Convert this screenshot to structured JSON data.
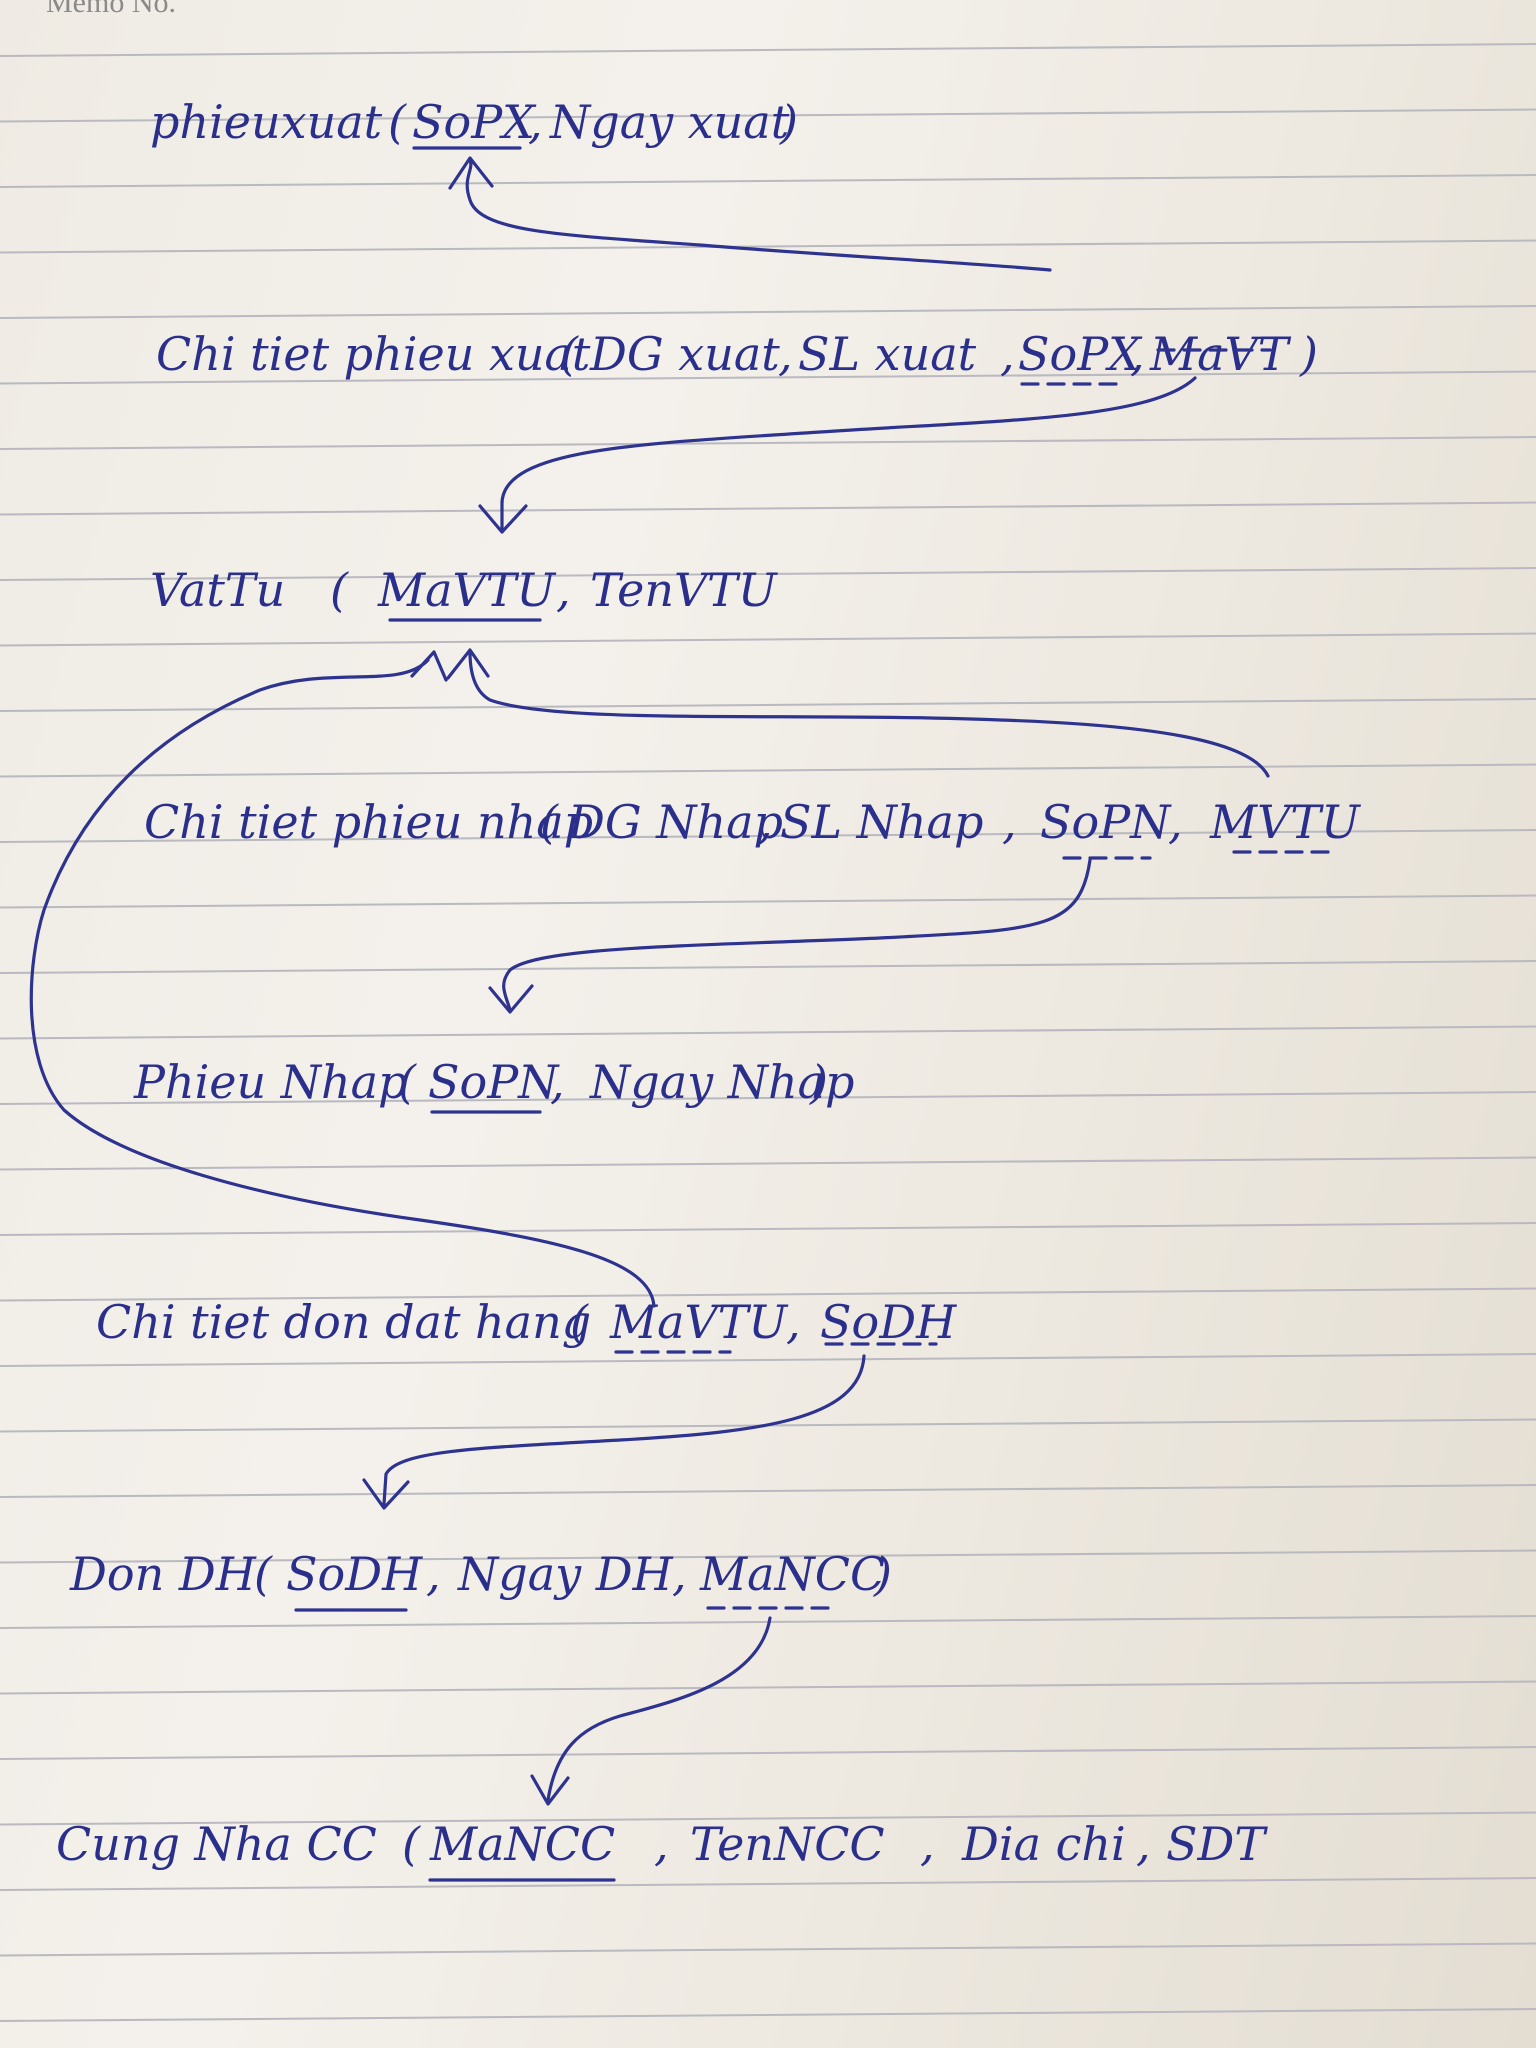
{
  "header": {
    "memo_label": "Memo No."
  },
  "entities": [
    {
      "id": "phieuxuat",
      "name": "phieuxuat",
      "attributes": [
        {
          "text": "SoPX",
          "key": "primary"
        },
        {
          "text": "Ngay xuat",
          "key": "none"
        }
      ]
    },
    {
      "id": "chitietphieuxuat",
      "name": "Chi tiet phieu xuat",
      "attributes": [
        {
          "text": "DG xuat",
          "key": "none"
        },
        {
          "text": "SL xuat",
          "key": "none"
        },
        {
          "text": "SoPX",
          "key": "foreign"
        },
        {
          "text": "MaVT",
          "key": "foreign"
        }
      ]
    },
    {
      "id": "vattu",
      "name": "VatTu",
      "attributes": [
        {
          "text": "MaVTU",
          "key": "primary"
        },
        {
          "text": "TenVTU",
          "key": "none"
        }
      ]
    },
    {
      "id": "chitietphieunhap",
      "name": "Chi tiet phieu nhap",
      "attributes": [
        {
          "text": "DG Nhap",
          "key": "none"
        },
        {
          "text": "SL Nhap",
          "key": "none"
        },
        {
          "text": "SoPN",
          "key": "foreign"
        },
        {
          "text": "MVTU",
          "key": "foreign"
        }
      ]
    },
    {
      "id": "phieunhap",
      "name": "Phieu Nhap",
      "attributes": [
        {
          "text": "SoPN",
          "key": "primary"
        },
        {
          "text": "Ngay Nhap",
          "key": "none"
        }
      ]
    },
    {
      "id": "chitietdondathang",
      "name": "Chi tiet don dat hang",
      "attributes": [
        {
          "text": "MaVTU",
          "key": "foreign"
        },
        {
          "text": "SoDH",
          "key": "foreign"
        }
      ]
    },
    {
      "id": "dondh",
      "name": "Don DH",
      "attributes": [
        {
          "text": "SoDH",
          "key": "primary"
        },
        {
          "text": "Ngay DH",
          "key": "none"
        },
        {
          "text": "MaNCC",
          "key": "foreign"
        }
      ]
    },
    {
      "id": "nhacungcap",
      "name": "Cung Nha CC",
      "attributes": [
        {
          "text": "MaNCC",
          "key": "primary"
        },
        {
          "text": "TenNCC",
          "key": "none"
        },
        {
          "text": "Dia chi",
          "key": "none"
        },
        {
          "text": "SDT",
          "key": "none"
        }
      ]
    }
  ],
  "relationships": [
    {
      "from": "chitietphieuxuat.SoPX",
      "to": "phieuxuat.SoPX"
    },
    {
      "from": "chitietphieuxuat.MaVT",
      "to": "vattu.MaVTU"
    },
    {
      "from": "chitietphieunhap.MVTU",
      "to": "vattu.MaVTU"
    },
    {
      "from": "chitietphieunhap.SoPN",
      "to": "phieunhap.SoPN"
    },
    {
      "from": "chitietdondathang.MaVTU",
      "to": "vattu.MaVTU"
    },
    {
      "from": "chitietdondathang.SoDH",
      "to": "dondh.SoDH"
    },
    {
      "from": "dondh.MaNCC",
      "to": "nhacungcap.MaNCC"
    }
  ],
  "colors": {
    "ink": "#2e338f",
    "paper": "#f1eee8",
    "rule_line": "#b9b9bf",
    "header_text": "#8a8a8a"
  }
}
